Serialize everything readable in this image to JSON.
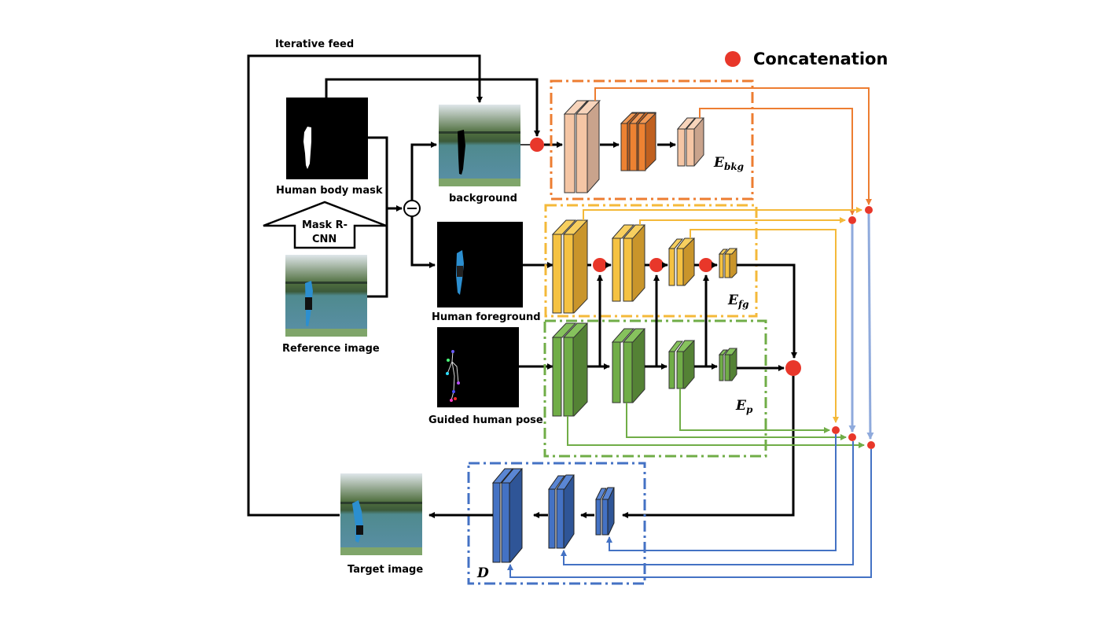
{
  "title": "Human image generation architecture",
  "legend": {
    "label": "Concatenation",
    "marker_color": "#e8372a"
  },
  "labels": {
    "iterative_feed": "Iterative feed",
    "mask_rcnn_line1": "Mask R-",
    "mask_rcnn_line2": "CNN",
    "human_body_mask": "Human body mask",
    "background": "background",
    "human_foreground": "Human foreground",
    "reference_image": "Reference image",
    "guided_human_pose": "Guided human pose",
    "target_image": "Target image",
    "subtract_symbol": "−"
  },
  "modules": {
    "e_bkg": {
      "main": "E",
      "sub": "bkg",
      "color": "#ed7d31"
    },
    "e_fg": {
      "main": "E",
      "sub": "fg",
      "color": "#f4b93a"
    },
    "e_p": {
      "main": "E",
      "sub": "p",
      "color": "#70ad47"
    },
    "d": {
      "main": "D",
      "color": "#4472c4"
    }
  },
  "colors": {
    "concat": "#e8372a",
    "bkg_light": "#f5c6a5",
    "bkg_side": "#c9a38c",
    "bkg_mid": "#ed8232",
    "bkg_mid_side": "#c0601f",
    "fg_front": "#f5c242",
    "fg_side": "#c9952b",
    "pose_front": "#70ad47",
    "pose_side": "#548235",
    "dec_front": "#4472c4",
    "dec_side": "#2f5597",
    "skip_blue": "#8faadc",
    "skip_dark_blue": "#4472c4"
  }
}
